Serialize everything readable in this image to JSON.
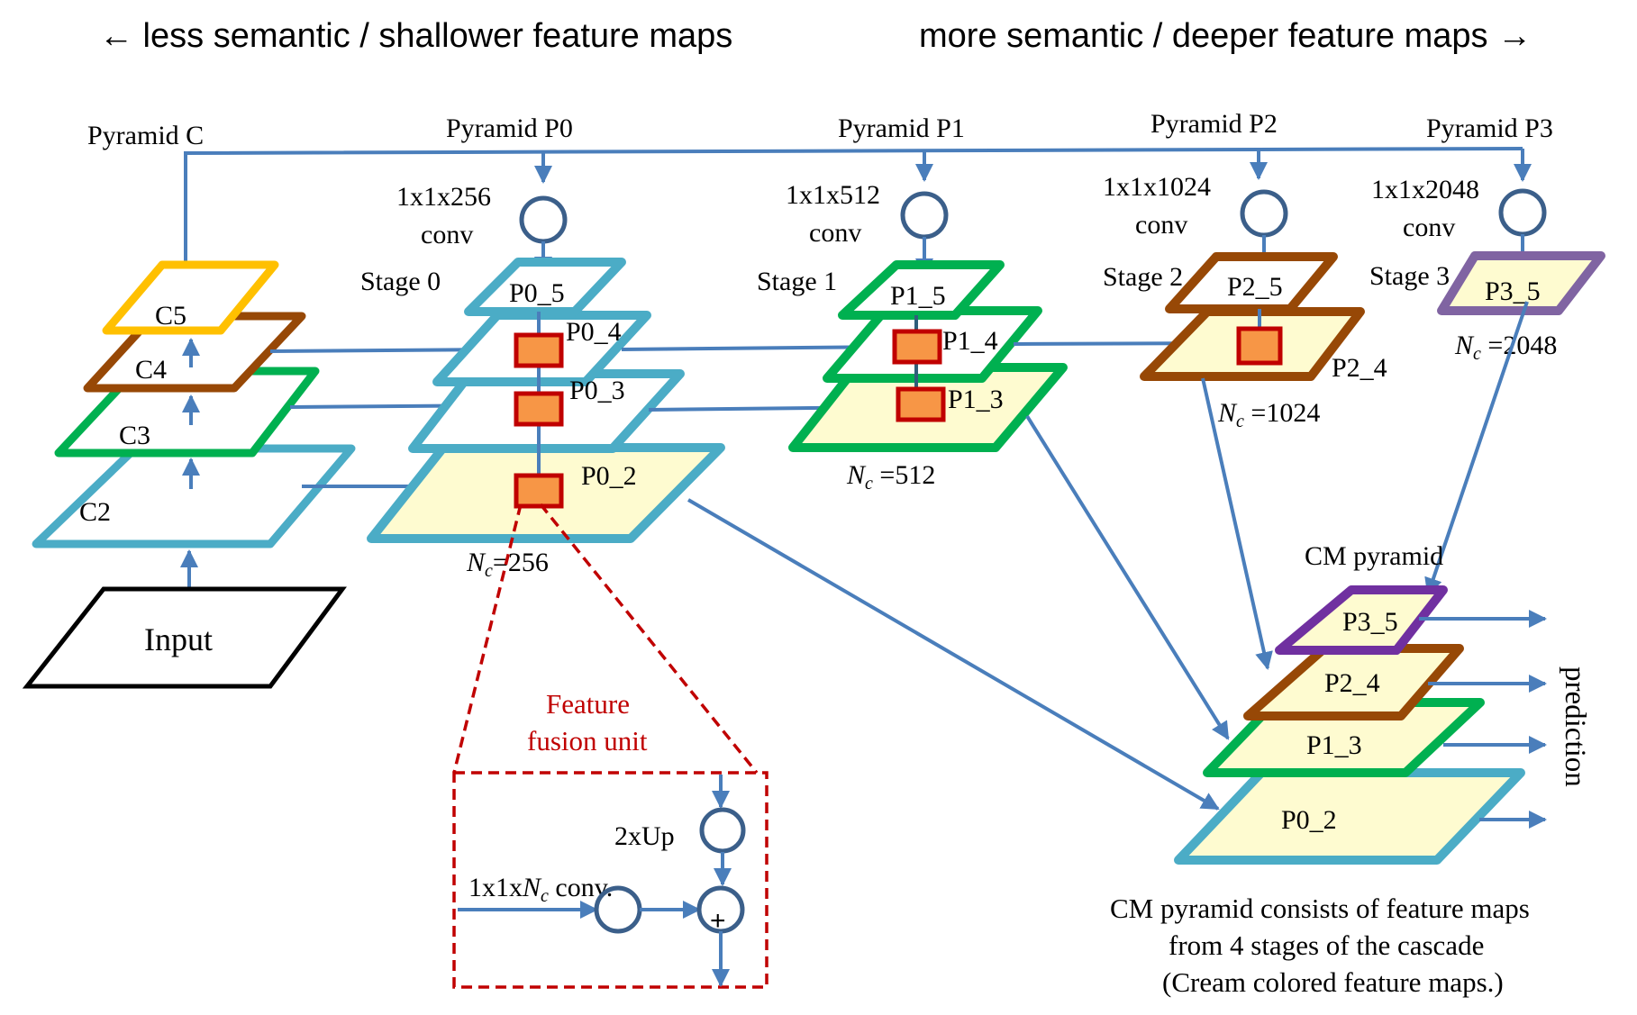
{
  "header": {
    "left": "← less semantic / shallower feature maps",
    "right": "more semantic / deeper feature maps →"
  },
  "pyramids": {
    "c": {
      "title": "Pyramid C",
      "levels": [
        "C5",
        "C4",
        "C3",
        "C2"
      ],
      "input": "Input"
    },
    "p0": {
      "title": "Pyramid P0",
      "conv": [
        "1x1x256",
        "conv"
      ],
      "stage": "Stage 0",
      "levels": [
        "P0_5",
        "P0_4",
        "P0_3",
        "P0_2"
      ],
      "nc_label": "N",
      "nc_sub": "c",
      "nc_value": "=256"
    },
    "p1": {
      "title": "Pyramid P1",
      "conv": [
        "1x1x512",
        "conv"
      ],
      "stage": "Stage 1",
      "levels": [
        "P1_5",
        "P1_4",
        "P1_3"
      ],
      "nc_label": "N",
      "nc_sub": "c",
      "nc_value": " =512"
    },
    "p2": {
      "title": "Pyramid P2",
      "conv": [
        "1x1x1024",
        "conv"
      ],
      "stage": "Stage 2",
      "levels": [
        "P2_5",
        "P2_4"
      ],
      "nc_label": "N",
      "nc_sub": "c",
      "nc_value": " =1024"
    },
    "p3": {
      "title": "Pyramid P3",
      "conv": [
        "1x1x2048",
        "conv"
      ],
      "stage": "Stage 3",
      "levels": [
        "P3_5"
      ],
      "nc_label": "N",
      "nc_sub": "c",
      "nc_value": " =2048"
    }
  },
  "fusion_unit": {
    "title_line1": "Feature",
    "title_line2": "fusion unit",
    "upsample": "2xUp",
    "conv_prefix": "1x1x",
    "conv_n": "N",
    "conv_sub": "c",
    "conv_suffix": " conv.",
    "sum_symbol": "+"
  },
  "cm_pyramid": {
    "title": "CM pyramid",
    "levels": [
      "P3_5",
      "P2_4",
      "P1_3",
      "P0_2"
    ],
    "output_label": "prediction",
    "caption": [
      "CM pyramid consists of feature maps",
      "from 4 stages of the cascade",
      "(Cream colored feature maps.)"
    ]
  },
  "colors": {
    "edge": "#4a7ebb",
    "c5_yellow": "#ffc000",
    "brown": "#974806",
    "green": "#00b050",
    "teal": "#4bacc6",
    "purple": "#7030a0",
    "purple_light": "#8064a2",
    "cream": "#fefbd0",
    "fusion_fill": "#f79646",
    "fusion_border": "#c00000",
    "fusion_box_fill": "#fbd5b5"
  }
}
